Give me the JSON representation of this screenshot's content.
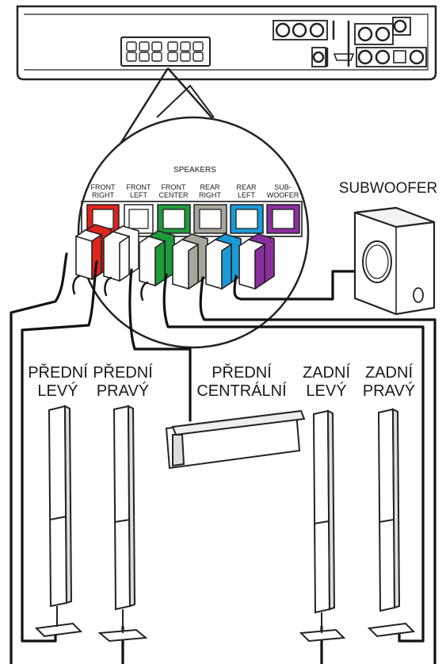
{
  "header": {
    "speakers_title": "SPEAKERS"
  },
  "terminals": [
    {
      "line1": "FRONT",
      "line2": "RIGHT",
      "color": "#e0251b"
    },
    {
      "line1": "FRONT",
      "line2": "LEFT",
      "color": "#ffffff"
    },
    {
      "line1": "FRONT",
      "line2": "CENTER",
      "color": "#1f9a3c"
    },
    {
      "line1": "REAR",
      "line2": "RIGHT",
      "color": "#a8a59a"
    },
    {
      "line1": "REAR",
      "line2": "LEFT",
      "color": "#1a9bd7"
    },
    {
      "line1": "SUB-",
      "line2": "WOOFER",
      "color": "#8b2fa0"
    }
  ],
  "subwoofer": {
    "label": "SUBWOOFER"
  },
  "speakers": [
    {
      "line1": "PŘEDNÍ",
      "line2": "LEVÝ"
    },
    {
      "line1": "PŘEDNÍ",
      "line2": "PRAVÝ"
    },
    {
      "line1": "PŘEDNÍ",
      "line2": "CENTRÁLNÍ"
    },
    {
      "line1": "ZADNÍ",
      "line2": "LEVÝ"
    },
    {
      "line1": "ZADNÍ",
      "line2": "PRAVÝ"
    }
  ]
}
